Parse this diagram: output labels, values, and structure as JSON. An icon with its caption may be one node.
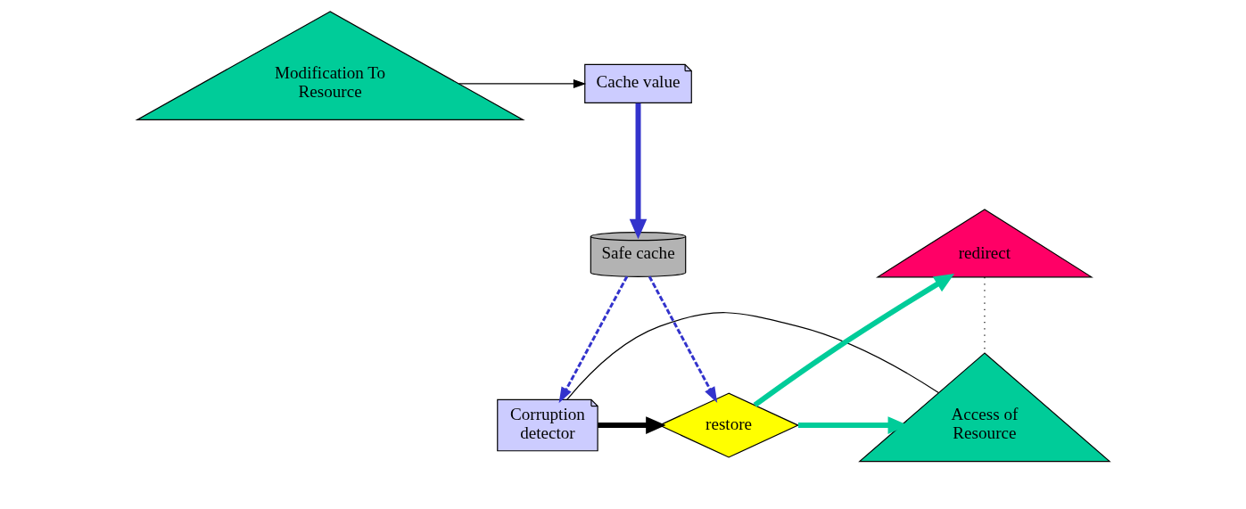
{
  "diagram": {
    "nodes": [
      {
        "text": [
          "Modification To Resource"
        ]
      },
      {
        "text": [
          "Cache value"
        ]
      },
      {
        "text": [
          "redirect"
        ]
      },
      {
        "text": [
          "Safe cache"
        ]
      },
      {
        "text": [
          "Access of Resource"
        ]
      },
      {
        "text": [
          "Corruption detector"
        ]
      },
      {
        "text": [
          "restore"
        ]
      }
    ],
    "edges": [
      {
        "from": 0,
        "to": 1,
        "arrow": "to"
      },
      {
        "from": 1,
        "to": 3,
        "arrow": "to",
        "style": "thick",
        "color": "#3333cc"
      },
      {
        "from": 6,
        "to": 2,
        "arrow": "to",
        "style": "thick",
        "color": "#00cc99"
      },
      {
        "from": 2,
        "to": 4,
        "arrow": "none",
        "style": "dashed"
      },
      {
        "from": 4,
        "to": 5,
        "arrow": "none"
      },
      {
        "from": 3,
        "to": 5,
        "arrow": "to",
        "style": "dashed",
        "color": "#3333cc"
      },
      {
        "from": 3,
        "to": 6,
        "arrow": "to",
        "style": "dashed",
        "color": "#3333cc"
      },
      {
        "from": 5,
        "to": 6,
        "arrow": "to",
        "style": "thick"
      },
      {
        "from": 6,
        "to": 4,
        "arrow": "to",
        "style": "thick",
        "color": "#00cc99"
      }
    ]
  }
}
